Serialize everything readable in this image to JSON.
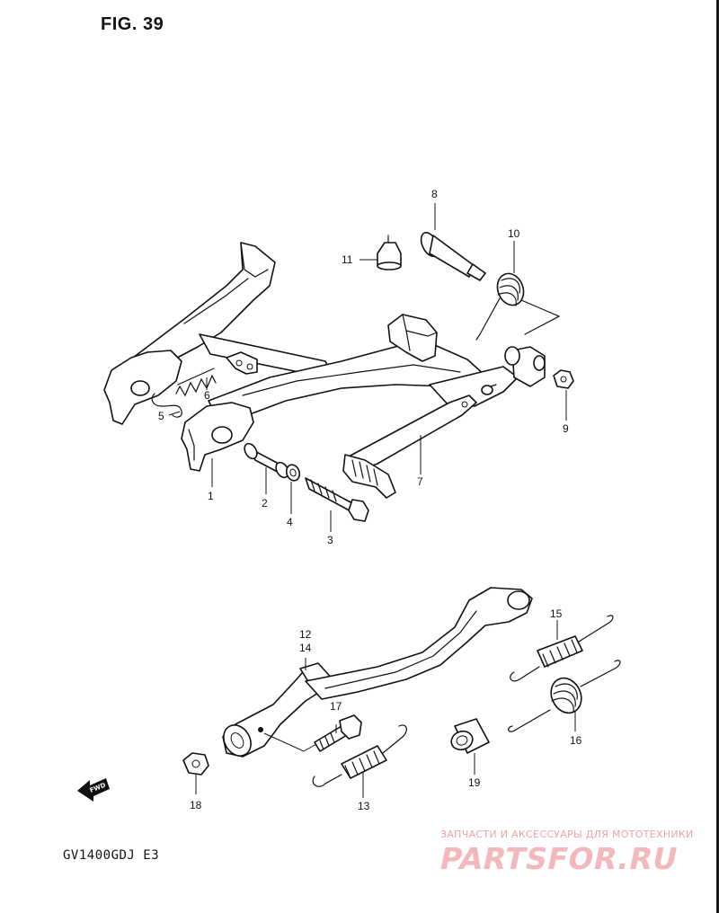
{
  "figure": {
    "title": "FIG. 39",
    "model_code": "GV1400GDJ  E3"
  },
  "watermark": {
    "tagline": "ЗАПЧАСТИ И АКСЕССУАРЫ ДЛЯ МОТОТЕХНИКИ",
    "logo": "PARTSFOR.RU",
    "color": "#f3b8bb"
  },
  "fwd_arrow": {
    "label": "FWD",
    "icon": "fwd-arrow-icon"
  },
  "callouts": [
    {
      "id": "1",
      "label": "1"
    },
    {
      "id": "2",
      "label": "2"
    },
    {
      "id": "3",
      "label": "3"
    },
    {
      "id": "4",
      "label": "4"
    },
    {
      "id": "5",
      "label": "5"
    },
    {
      "id": "6",
      "label": "6"
    },
    {
      "id": "7",
      "label": "7"
    },
    {
      "id": "8",
      "label": "8"
    },
    {
      "id": "9",
      "label": "9"
    },
    {
      "id": "10",
      "label": "10"
    },
    {
      "id": "11",
      "label": "11"
    },
    {
      "id": "12",
      "label": "12"
    },
    {
      "id": "13",
      "label": "13"
    },
    {
      "id": "14",
      "label": "14"
    },
    {
      "id": "15",
      "label": "15"
    },
    {
      "id": "16",
      "label": "16"
    },
    {
      "id": "17",
      "label": "17"
    },
    {
      "id": "18",
      "label": "18"
    },
    {
      "id": "19",
      "label": "19"
    }
  ]
}
